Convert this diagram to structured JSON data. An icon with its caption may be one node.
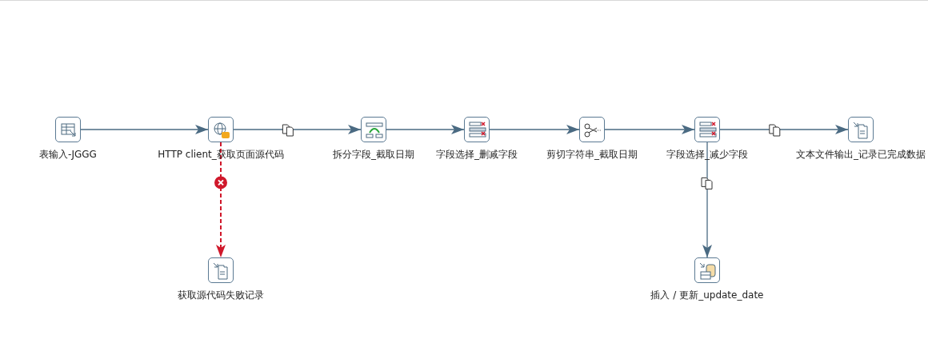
{
  "diagram": {
    "nodes": [
      {
        "text": [
          "表输入-JGGG"
        ]
      },
      {
        "text": [
          "HTTP client_获取页面源代码"
        ]
      },
      {
        "text": [
          "拆分字段_截取日期"
        ]
      },
      {
        "text": [
          "字段选择_删减字段"
        ]
      },
      {
        "text": [
          "剪切字符串_截取日期"
        ]
      },
      {
        "text": [
          "字段选择_减少字段"
        ]
      },
      {
        "text": [
          "文本文件输出_记录已完成数据"
        ]
      },
      {
        "text": [
          "获取源代码失败记录"
        ]
      },
      {
        "text": [
          "插入 / 更新_update_date"
        ]
      }
    ],
    "edges": [
      {
        "from": 0,
        "to": 1,
        "arrow": "to"
      },
      {
        "from": 1,
        "to": 2,
        "arrow": "to"
      },
      {
        "from": 2,
        "to": 3,
        "arrow": "to"
      },
      {
        "from": 3,
        "to": 4,
        "arrow": "to"
      },
      {
        "from": 4,
        "to": 5,
        "arrow": "to"
      },
      {
        "from": 5,
        "to": 6,
        "arrow": "to"
      },
      {
        "from": 5,
        "to": 8,
        "arrow": "to"
      },
      {
        "from": 1,
        "to": 7,
        "arrow": "to",
        "style": "dashed",
        "color": "#d0182b"
      }
    ]
  }
}
